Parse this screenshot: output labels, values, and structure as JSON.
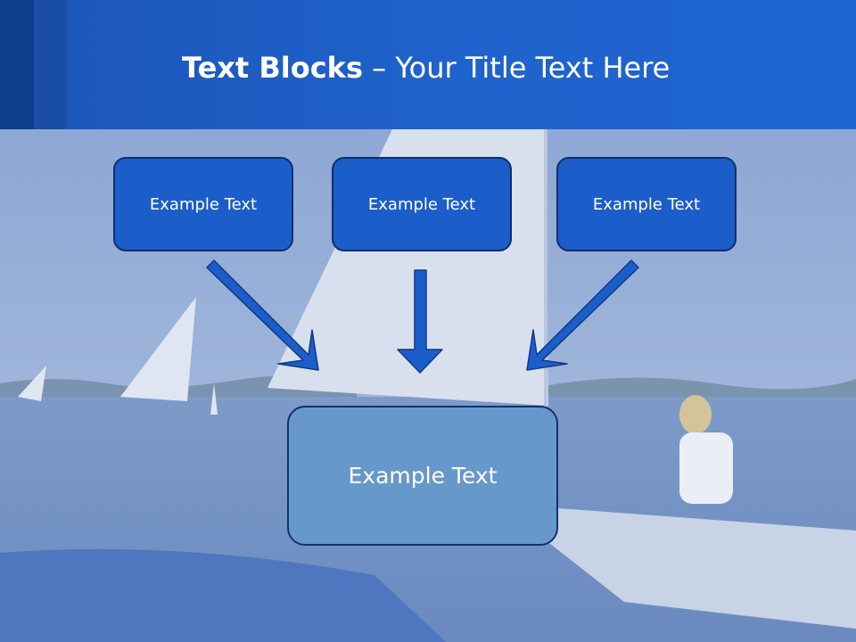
{
  "header": {
    "title_bold": "Text Blocks",
    "title_dash": " – ",
    "title_rest": "Your Title Text Here"
  },
  "blocks": [
    {
      "label": "Example Text"
    },
    {
      "label": "Example Text"
    },
    {
      "label": "Example Text"
    }
  ],
  "target": {
    "label": "Example Text"
  },
  "colors": {
    "header_blue": "#1f63cc",
    "box_fill": "#1c5ec9",
    "target_fill": "#6798cb",
    "arrow_fill": "#1c5ec9"
  }
}
